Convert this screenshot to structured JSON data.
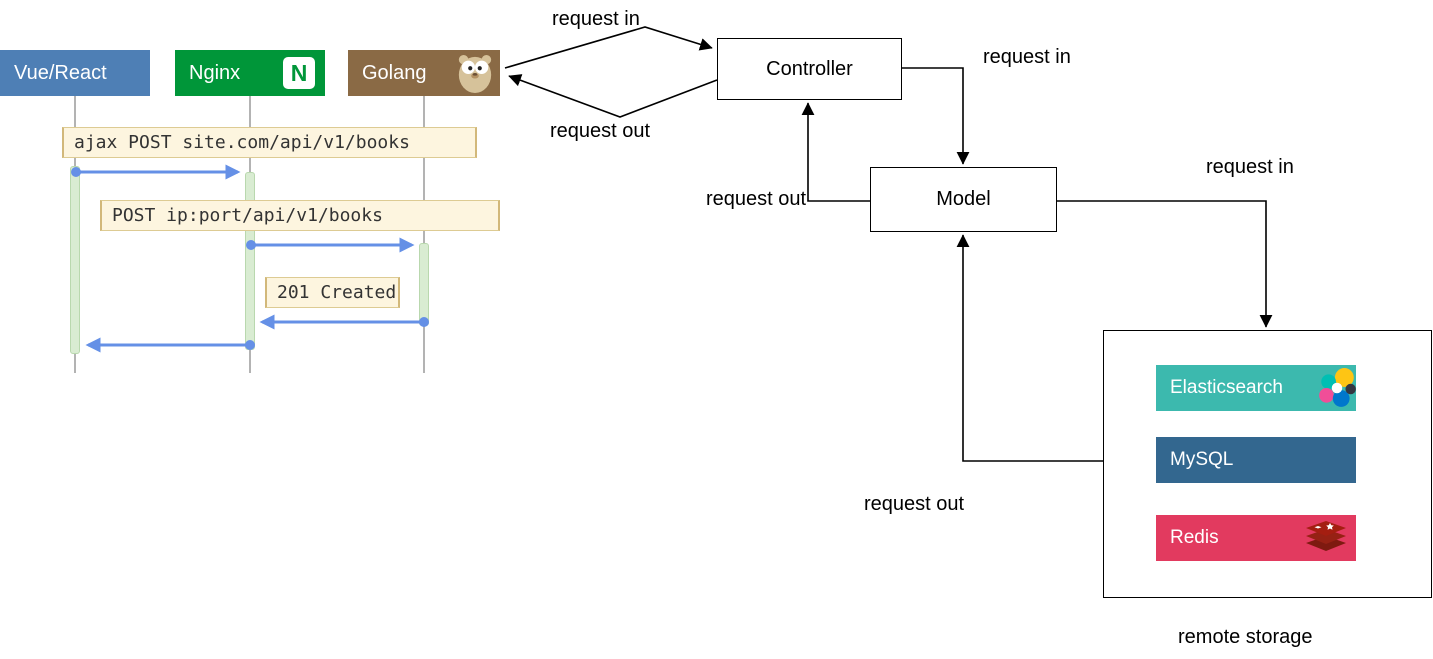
{
  "colors": {
    "vue_react": "#4e7fb5",
    "nginx": "#009639",
    "golang": "#8a6a45",
    "message_bg": "#fdf5df",
    "message_border": "#ddcb93",
    "activation_fill": "#d9ecd2",
    "activation_border": "#b9d8ae",
    "sequence_arrow": "#6590e6",
    "lifeline": "#b3b3b3",
    "flow_line": "#000000",
    "elasticsearch": "#3cb9ae",
    "mysql": "#33678f",
    "redis": "#e23a5f"
  },
  "icons": {
    "nginx_letter": "N"
  },
  "sequence": {
    "actors": [
      {
        "label": "Vue/React"
      },
      {
        "label": "Nginx"
      },
      {
        "label": "Golang"
      }
    ],
    "messages": [
      {
        "label": "ajax POST site.com/api/v1/books"
      },
      {
        "label": "POST ip:port/api/v1/books"
      },
      {
        "label": "201 Created"
      }
    ]
  },
  "flow": {
    "nodes": {
      "controller": "Controller",
      "model": "Model"
    },
    "edge_labels": {
      "golang_controller_in": "request in",
      "golang_controller_out": "request out",
      "controller_model_in": "request in",
      "model_controller_out": "request out",
      "model_storage_in": "request in",
      "storage_model_out": "request out"
    },
    "storage": {
      "caption": "remote storage",
      "items": [
        {
          "label": "Elasticsearch"
        },
        {
          "label": "MySQL"
        },
        {
          "label": "Redis"
        }
      ]
    }
  }
}
